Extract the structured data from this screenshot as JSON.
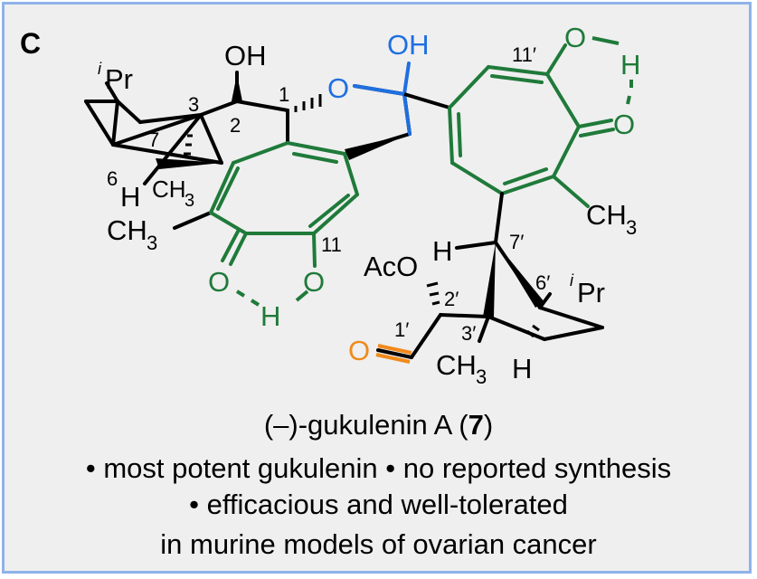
{
  "panel_label": "C",
  "colors": {
    "frame_border": "#8fb3ea",
    "background": "#efefef",
    "bond": "#000000",
    "tropolone": "#1f7a3a",
    "spiroketal": "#1f6fe0",
    "aldehyde": "#f08a1c"
  },
  "structure": {
    "labels": {
      "oh_left": "OH",
      "oh_blue": "OH",
      "o_ring": "O",
      "ipr_left": "Pr",
      "ipr_left_sup": "i",
      "n3": "3",
      "n2": "2",
      "n1": "1",
      "n7": "7",
      "n6": "6",
      "h6": "H",
      "ch3_left_inner": "CH",
      "ch3_left_inner_sub": "3",
      "ch3_left_outer": "CH",
      "ch3_left_outer_sub": "3",
      "o_left_carbonyl": "O",
      "h_left_bridge": "H",
      "o_left_hydroxy": "O",
      "n11": "11",
      "n11p": "11′",
      "o_right_top": "O",
      "h_right": "H",
      "o_right_carbonyl": "O",
      "ch3_right": "CH",
      "ch3_right_sub": "3",
      "aco": "AcO",
      "h7p": "H",
      "n7p": "7′",
      "n2p": "2′",
      "n6p": "6′",
      "ipr_right": "Pr",
      "ipr_right_sup": "i",
      "n1p": "1′",
      "o_aldehyde": "O",
      "n3p": "3′",
      "ch3_bottom": "CH",
      "ch3_bottom_sub": "3",
      "h_bottom": "H"
    }
  },
  "caption": {
    "title_prefix": "(–)-gukulenin A (",
    "title_number": "7",
    "title_suffix": ")",
    "bullet1": "• most potent gukulenin • no reported synthesis",
    "bullet2": "• efficacious and well-tolerated",
    "bullet3": "in murine models of ovarian cancer"
  }
}
